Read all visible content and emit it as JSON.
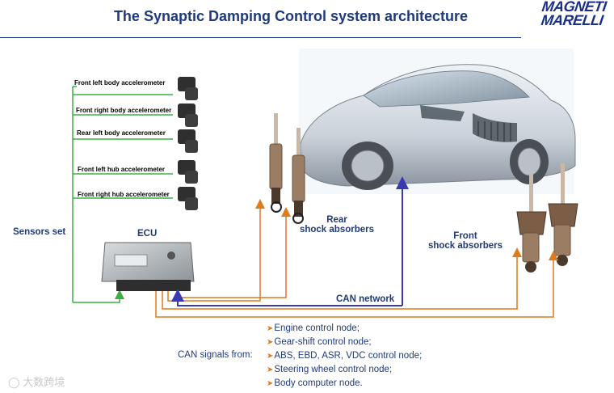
{
  "header": {
    "title": "The Synaptic Damping Control system architecture",
    "logo_line1": "MAGNETI",
    "logo_line2": "MARELLI"
  },
  "sensors": {
    "group_label": "Sensors set",
    "items": [
      "Front left body accelerometer",
      "Front right body accelerometer",
      "Rear left body accelerometer",
      "Front left hub accelerometer",
      "Front right hub accelerometer"
    ]
  },
  "ecu_label": "ECU",
  "rear_label_line1": "Rear",
  "rear_label_line2": "shock absorbers",
  "front_label_line1": "Front",
  "front_label_line2": "shock absorbers",
  "can_network_label": "CAN network",
  "can_signals": {
    "title": "CAN signals from:",
    "items": [
      "Engine control node;",
      "Gear-shift control node;",
      "ABS, EBD, ASR, VDC control node;",
      "Steering wheel control node;",
      "Body computer node."
    ]
  },
  "watermark": "大数跨境",
  "colors": {
    "title": "#1f3a7a",
    "sensor_wire": "#3cb043",
    "actuator_wire": "#e07a1a",
    "can_bus": "#3a3ab0"
  }
}
